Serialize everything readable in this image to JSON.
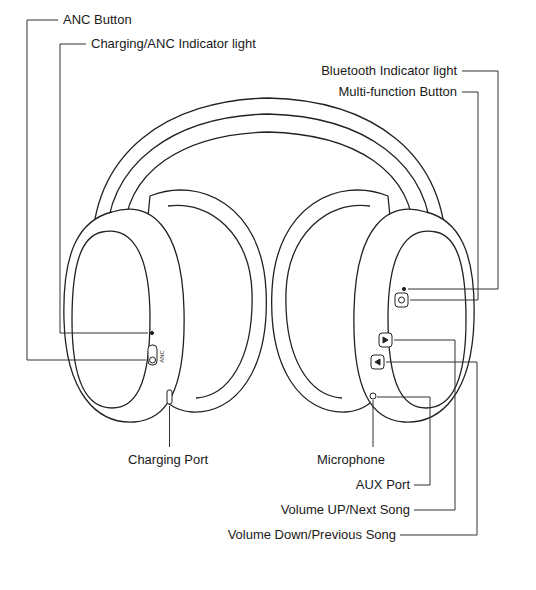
{
  "diagram": {
    "labels": [
      "ANC Button",
      "Charging/ANC Indicator light",
      "Bluetooth Indicator light",
      "Multi-function Button",
      "Charging Port",
      "Microphone",
      "AUX Port",
      "Volume UP/Next Song",
      "Volume Down/Previous Song",
      "ANC"
    ]
  }
}
